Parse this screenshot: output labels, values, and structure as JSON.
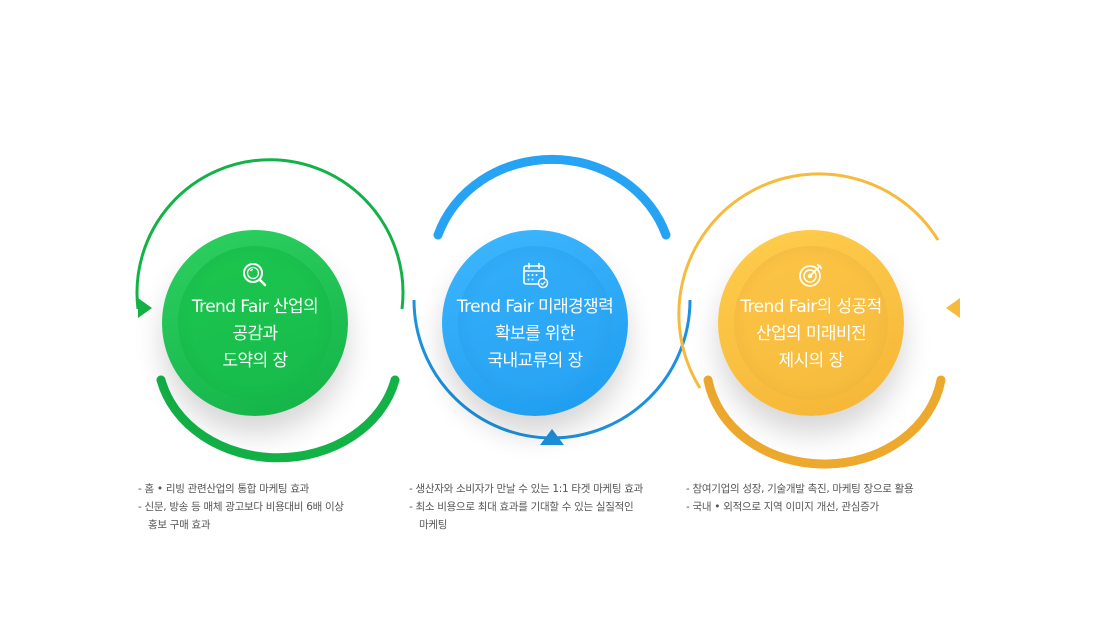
{
  "items": [
    {
      "color": "#16bb4b",
      "icon": "search-icon",
      "title": [
        "Trend Fair 산업의",
        "공감과",
        "도약의 장"
      ],
      "bullets": [
        "- 홈 • 리빙 관련산업의 통합 마케팅 효과",
        "- 신문, 방송 등 매체 광고보다 비용대비 6배 이상",
        "홍보 구매 효과"
      ]
    },
    {
      "color": "#27a3f4",
      "icon": "calendar-icon",
      "title": [
        "Trend Fair  미래경쟁력",
        "확보를 위한",
        "국내교류의 장"
      ],
      "bullets": [
        "- 생산자와 소비자가 만날 수 있는 1:1 타겟 마케팅 효과",
        "- 최소 비용으로 최대 효과를 기대할 수 있는 실질적인",
        "마케팅"
      ]
    },
    {
      "color": "#f6bb3d",
      "icon": "target-icon",
      "title": [
        "Trend Fair의  성공적",
        "산업의 미래비전",
        "제시의 장"
      ],
      "bullets": [
        "- 참여기업의 성장, 기술개발 촉진, 마케팅 장으로 활용",
        "- 국내 • 외적으로 지역 이미지 개선, 관심증가"
      ]
    }
  ]
}
